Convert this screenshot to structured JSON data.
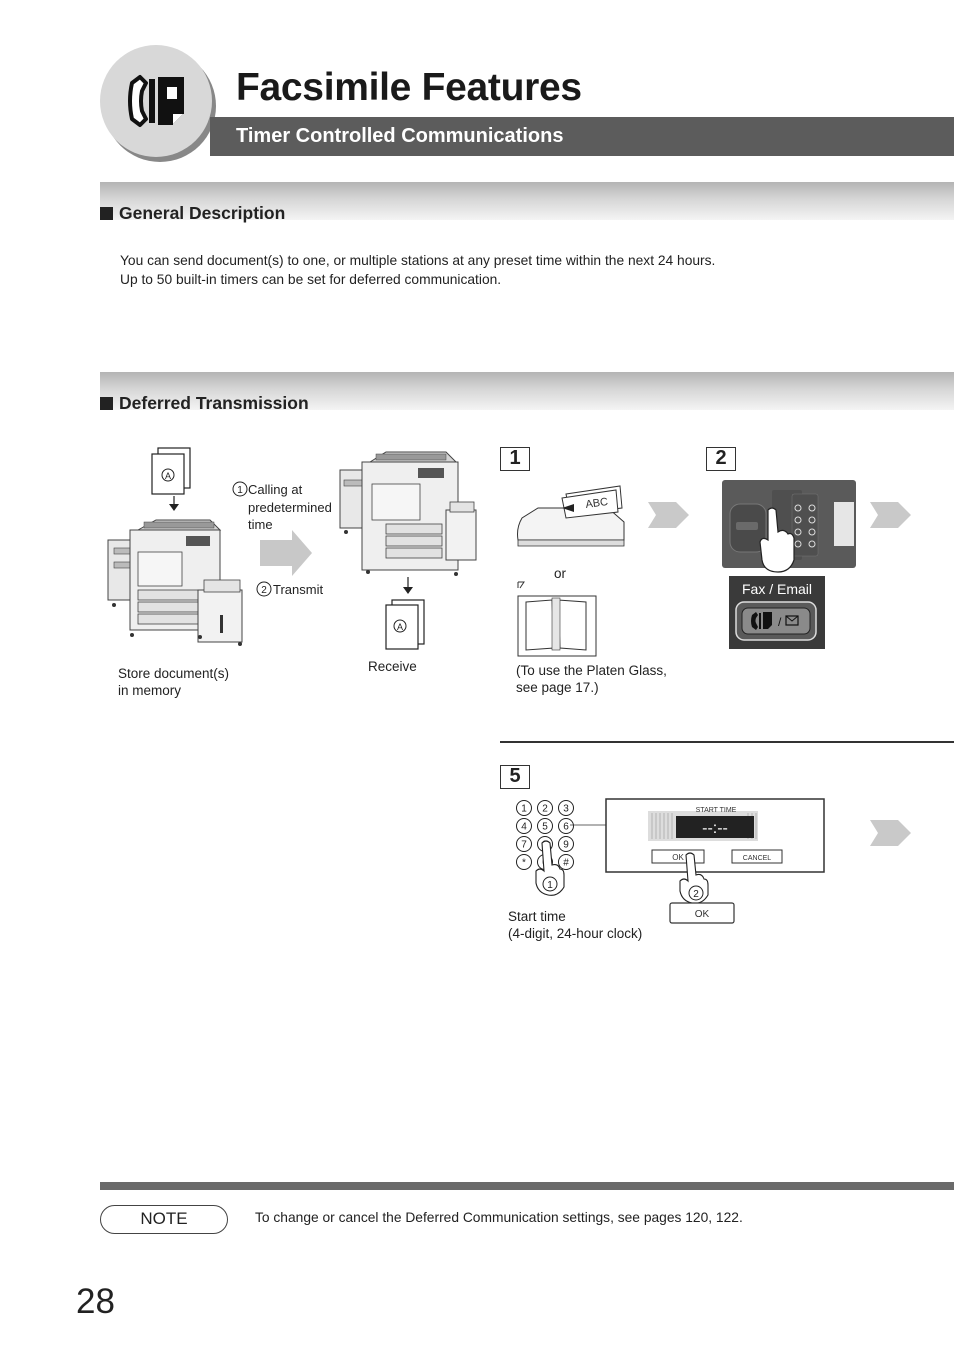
{
  "header": {
    "title": "Facsimile Features",
    "subtitle": "Timer Controlled Communications",
    "icon": "fax-phone-icon"
  },
  "general_description": {
    "heading": "General Description",
    "lines": [
      "You can send document(s) to one, or multiple stations at any preset time within the next 24 hours.",
      "Up to 50 built-in timers can be set for deferred communication."
    ]
  },
  "deferred_transmission": {
    "heading": "Deferred Transmission",
    "diagram": {
      "calling_label": [
        "Calling at",
        "predetermined",
        "time"
      ],
      "calling_num": "1",
      "transmit_num": "2",
      "transmit_label": "Transmit",
      "store_label": [
        "Store document(s)",
        "in memory"
      ],
      "receive_label": "Receive",
      "doc_letter": "A"
    }
  },
  "steps": [
    {
      "number": "1",
      "or_label": "or",
      "doc_label": "ABC",
      "note": [
        "(To use the Platen Glass,",
        "see page 17.)"
      ]
    },
    {
      "number": "2",
      "key_label": "Fax / Email"
    },
    {
      "number": "5",
      "screen_title": "START TIME",
      "screen_value": "--:--",
      "ok_label": "OK",
      "cancel_label": "CANCEL",
      "ok_button_label": "OK",
      "keypad": [
        "1",
        "2",
        "3",
        "4",
        "5",
        "6",
        "7",
        "8",
        "9",
        "*",
        "0",
        "#"
      ],
      "hand1_num": "1",
      "hand2_num": "2",
      "caption": [
        "Start time",
        "(4-digit, 24-hour clock)"
      ]
    }
  ],
  "note": {
    "label": "NOTE",
    "text": "To change or cancel the Deferred Communication settings, see pages 120, 122."
  },
  "page_number": "28"
}
